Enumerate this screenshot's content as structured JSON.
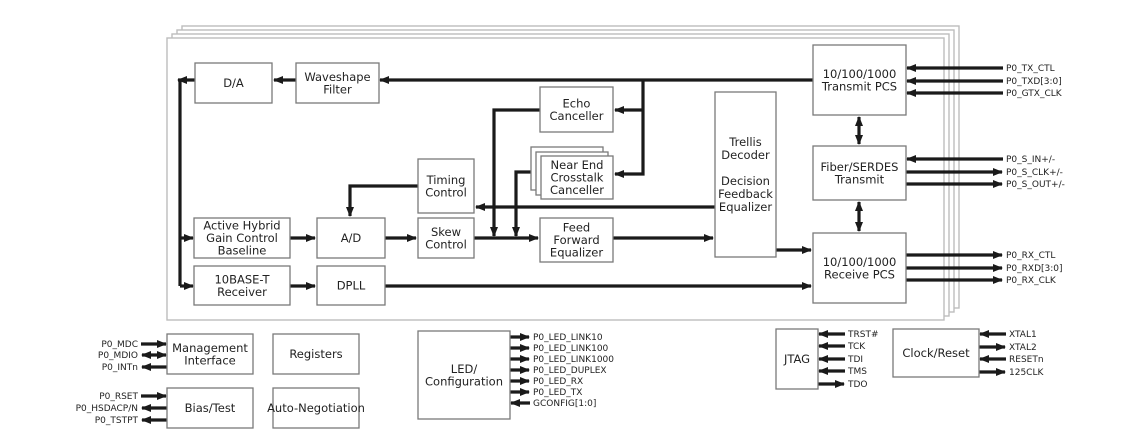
{
  "diagram": {
    "blocks": {
      "da": [
        "D/A"
      ],
      "waveshape": [
        "Waveshape",
        "Filter"
      ],
      "tx_pcs": [
        "10/100/1000",
        "Transmit PCS"
      ],
      "echo": [
        "Echo",
        "Canceller"
      ],
      "trellis": [
        "Trellis",
        "Decoder",
        "",
        "Decision",
        "Feedback",
        "Equalizer"
      ],
      "next": [
        "Near End",
        "Crosstalk",
        "Canceller"
      ],
      "timing": [
        "Timing",
        "Control"
      ],
      "serdes": [
        "Fiber/SERDES",
        "Transmit"
      ],
      "hybrid": [
        "Active Hybrid",
        "Gain Control",
        "Baseline"
      ],
      "ad": [
        "A/D"
      ],
      "skew": [
        "Skew",
        "Control"
      ],
      "ffe": [
        "Feed",
        "Forward",
        "Equalizer"
      ],
      "rx_pcs": [
        "10/100/1000",
        "Receive PCS"
      ],
      "tenbase": [
        "10BASE-T",
        "Receiver"
      ],
      "dpll": [
        "DPLL"
      ],
      "mgmt": [
        "Management",
        "Interface"
      ],
      "registers": [
        "Registers"
      ],
      "bias": [
        "Bias/Test"
      ],
      "autoneg": [
        "Auto-Negotiation"
      ],
      "led": [
        "LED/",
        "Configuration"
      ],
      "jtag": [
        "JTAG"
      ],
      "clock": [
        "Clock/Reset"
      ]
    },
    "pins": {
      "tx_pcs": [
        {
          "name": "P0_TX_CTL",
          "dir": "in"
        },
        {
          "name": "P0_TXD[3:0]",
          "dir": "in"
        },
        {
          "name": "P0_GTX_CLK",
          "dir": "in"
        }
      ],
      "serdes": [
        {
          "name": "P0_S_IN+/-",
          "dir": "in"
        },
        {
          "name": "P0_S_CLK+/-",
          "dir": "out"
        },
        {
          "name": "P0_S_OUT+/-",
          "dir": "out"
        }
      ],
      "rx_pcs": [
        {
          "name": "P0_RX_CTL",
          "dir": "out"
        },
        {
          "name": "P0_RXD[3:0]",
          "dir": "out"
        },
        {
          "name": "P0_RX_CLK",
          "dir": "out"
        }
      ],
      "mgmt": [
        {
          "name": "P0_MDC",
          "dir": "in"
        },
        {
          "name": "P0_MDIO",
          "dir": "bi"
        },
        {
          "name": "P0_INTn",
          "dir": "out"
        }
      ],
      "bias": [
        {
          "name": "P0_RSET",
          "dir": "in"
        },
        {
          "name": "P0_HSDACP/N",
          "dir": "out"
        },
        {
          "name": "P0_TSTPT",
          "dir": "out"
        }
      ],
      "led": [
        {
          "name": "P0_LED_LINK10",
          "dir": "out"
        },
        {
          "name": "P0_LED_LINK100",
          "dir": "out"
        },
        {
          "name": "P0_LED_LINK1000",
          "dir": "out"
        },
        {
          "name": "P0_LED_DUPLEX",
          "dir": "out"
        },
        {
          "name": "P0_LED_RX",
          "dir": "out"
        },
        {
          "name": "P0_LED_TX",
          "dir": "out"
        },
        {
          "name": "GCONFIG[1:0]",
          "dir": "in"
        }
      ],
      "jtag": [
        {
          "name": "TRST#",
          "dir": "in"
        },
        {
          "name": "TCK",
          "dir": "in"
        },
        {
          "name": "TDI",
          "dir": "in"
        },
        {
          "name": "TMS",
          "dir": "in"
        },
        {
          "name": "TDO",
          "dir": "out"
        }
      ],
      "clock": [
        {
          "name": "XTAL1",
          "dir": "in"
        },
        {
          "name": "XTAL2",
          "dir": "out"
        },
        {
          "name": "RESETn",
          "dir": "in"
        },
        {
          "name": "125CLK",
          "dir": "out"
        }
      ]
    },
    "colors": {
      "wire": "#1a1a1a",
      "box_border": "#7a7a7a",
      "frame_border": "#bdbdbd",
      "text": "#222222"
    }
  }
}
